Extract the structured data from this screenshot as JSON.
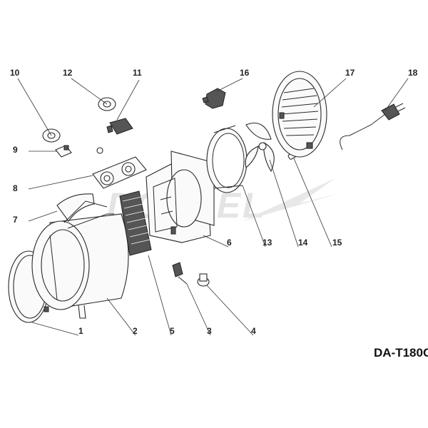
{
  "model_code": "DA-T180C",
  "watermark": "DOSPEL",
  "callouts": [
    "1",
    "2",
    "3",
    "4",
    "5",
    "6",
    "7",
    "8",
    "9",
    "10",
    "11",
    "12",
    "13",
    "14",
    "15",
    "16",
    "17",
    "18"
  ]
}
